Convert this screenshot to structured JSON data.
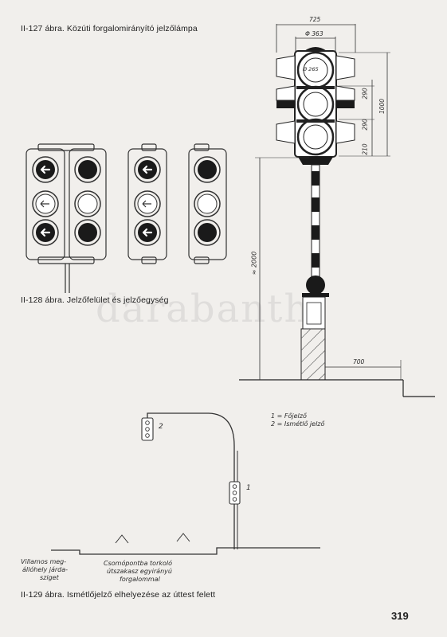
{
  "captions": {
    "fig127": "II-127 ábra. Közúti forgalomirányító jelzőlámpa",
    "fig128": "II-128 ábra. Jelzőfelület és jelzőegység",
    "fig129": "II-129 ábra. Ismétlőjelző elhelyezése az úttest felett"
  },
  "dimensions": {
    "width_top": "725",
    "diameter": "Φ 363",
    "d290a": "290",
    "d290b": "290",
    "d210": "210",
    "d1000": "1000",
    "height": "≈ 2000",
    "offset": "700"
  },
  "lamp_label": "Ø 265",
  "legend": {
    "line1": "1 = Főjelző",
    "line2": "2 = Ismétlő jelző"
  },
  "labels": {
    "num1": "1",
    "num2": "2",
    "tram_line1": "Villamos meg-",
    "tram_line2": "állóhely járda-",
    "tram_line3": "sziget",
    "road_line1": "Csomópontba torkoló",
    "road_line2": "útszakasz egyirányú",
    "road_line3": "forgalommal"
  },
  "page_number": "319",
  "watermark": "darabanth"
}
